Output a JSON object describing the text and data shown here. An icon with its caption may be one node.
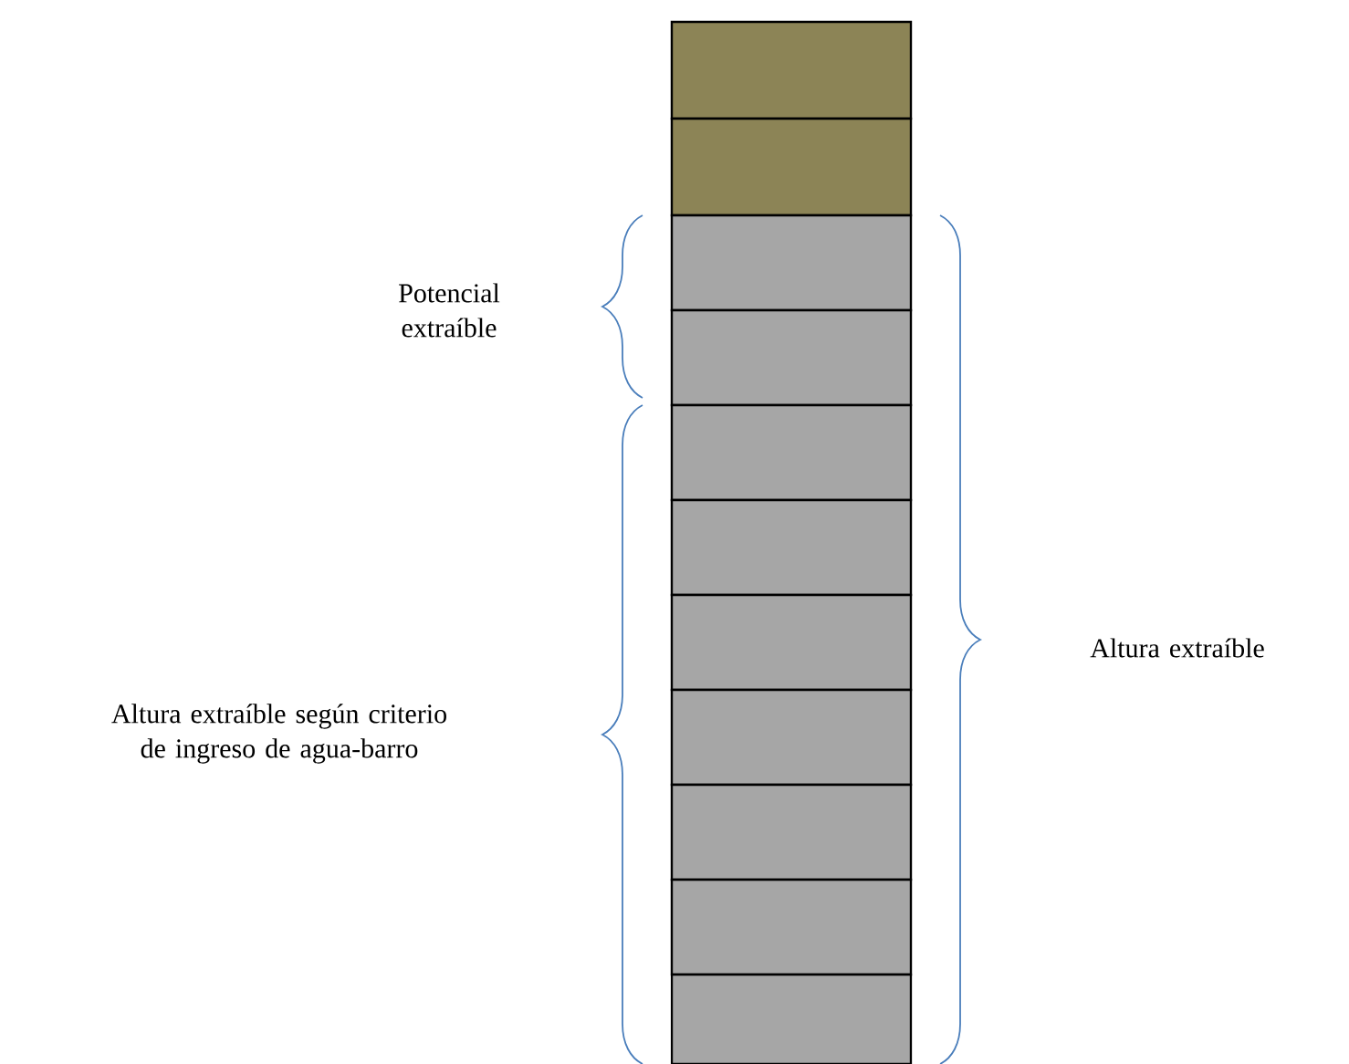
{
  "diagram": {
    "nodes": [
      {
        "text": [],
        "shape": "box"
      },
      {
        "text": [],
        "shape": "box"
      },
      {
        "text": [],
        "shape": "box"
      },
      {
        "text": [],
        "shape": "box"
      },
      {
        "text": [],
        "shape": "box"
      },
      {
        "text": [],
        "shape": "box"
      },
      {
        "text": [],
        "shape": "box"
      },
      {
        "text": [],
        "shape": "box"
      },
      {
        "text": [],
        "shape": "box"
      },
      {
        "text": [],
        "shape": "box"
      },
      {
        "text": [],
        "shape": "box"
      }
    ],
    "labels": [
      "Potencial extraíble",
      "Altura extraíble",
      "Altura extraíble según criterio de ingreso de agua-barro"
    ]
  }
}
